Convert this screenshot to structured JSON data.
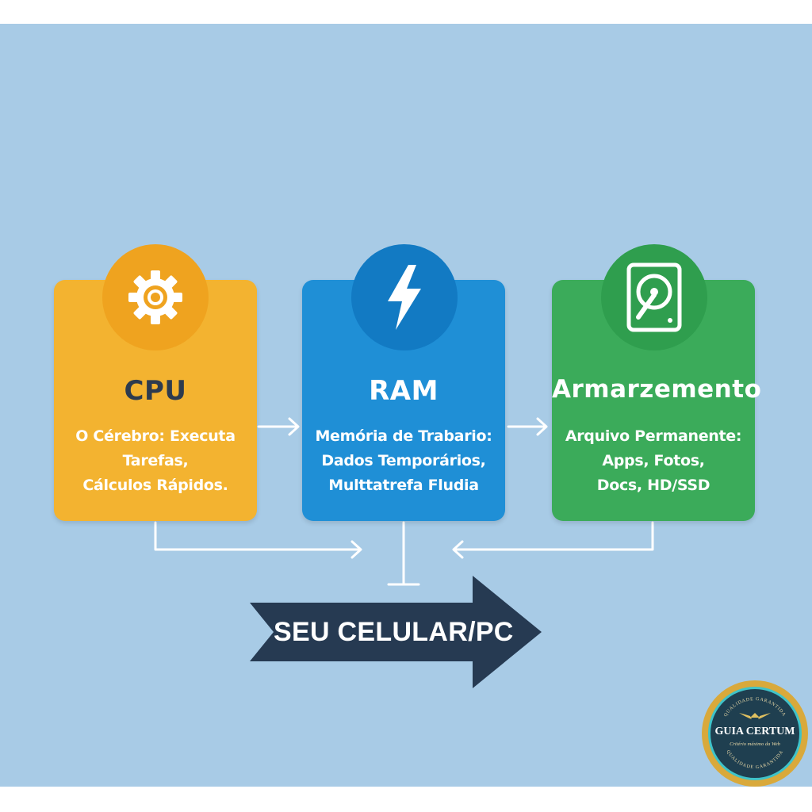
{
  "diagram": {
    "components": [
      {
        "id": "cpu",
        "icon": "gear-icon",
        "title": "CPU",
        "description": [
          "O Cérebro: Executa",
          "Tarefas,",
          "Cálculos Rápidos."
        ],
        "color": "#f3b330"
      },
      {
        "id": "ram",
        "icon": "lightning-bolt-icon",
        "title": "RAM",
        "description": [
          "Memória de Trabario:",
          "Dados Temporários,",
          "Multtatrefa Fludia"
        ],
        "color": "#1f8fd6"
      },
      {
        "id": "storage",
        "icon": "hard-drive-icon",
        "title": "Armarzemento",
        "description": [
          "Arquivo Permanente:",
          "Apps, Fotos,",
          "Docs, HD/SSD"
        ],
        "color": "#3bab5a"
      }
    ],
    "result_label": "SEU CELULAR/PC",
    "result_color": "#263a52",
    "background_color": "#a8cbe6"
  },
  "seal": {
    "name": "GUIA CERTUM",
    "tagline": "Critério máximo da Web",
    "ring_text": "QUALIDADE GARANTIDA"
  }
}
